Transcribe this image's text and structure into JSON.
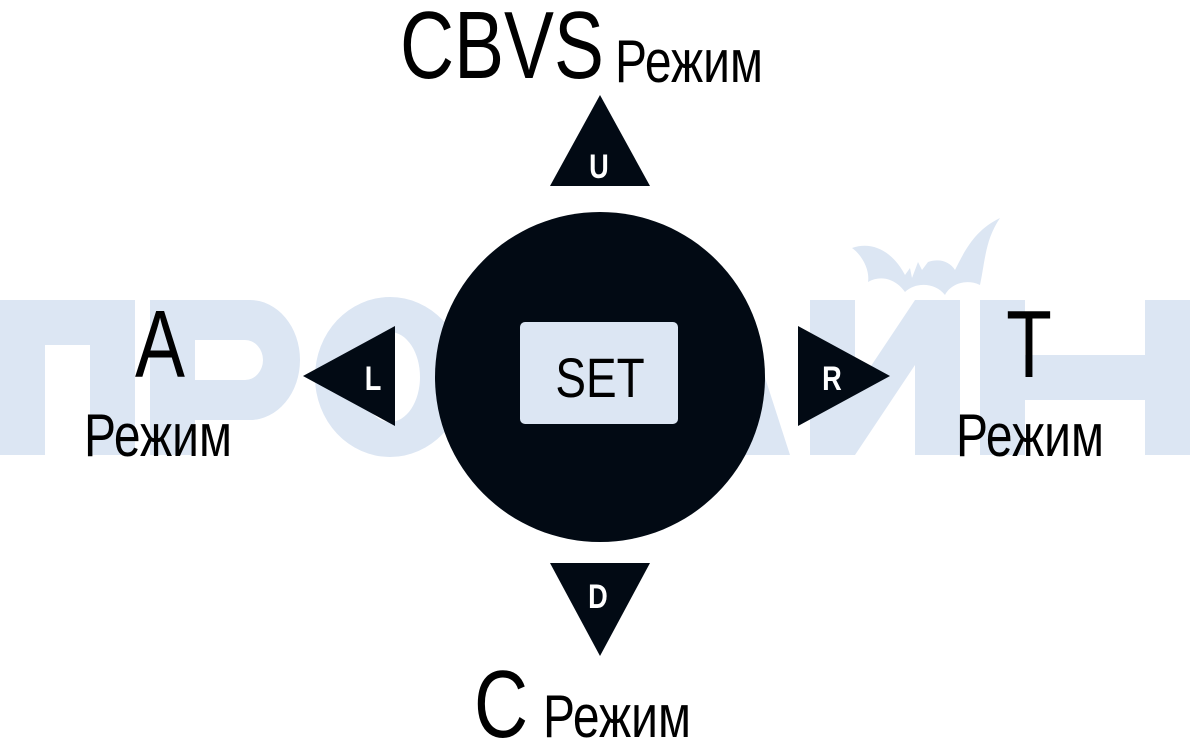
{
  "watermark": {
    "text": "ПРОЛАЙН",
    "logo": "bat-icon",
    "color": "#dce6f3"
  },
  "joystick": {
    "center_label": "SET",
    "up_key": "U",
    "down_key": "D",
    "left_key": "L",
    "right_key": "R"
  },
  "modes": {
    "up": {
      "name": "CBVS",
      "suffix": "Режим"
    },
    "down": {
      "name": "C",
      "suffix": "Режим"
    },
    "left": {
      "name": "A",
      "suffix": "Режим"
    },
    "right": {
      "name": "T",
      "suffix": "Режим"
    }
  },
  "colors": {
    "shape": "#020a14",
    "set_box": "#dce6f3"
  }
}
